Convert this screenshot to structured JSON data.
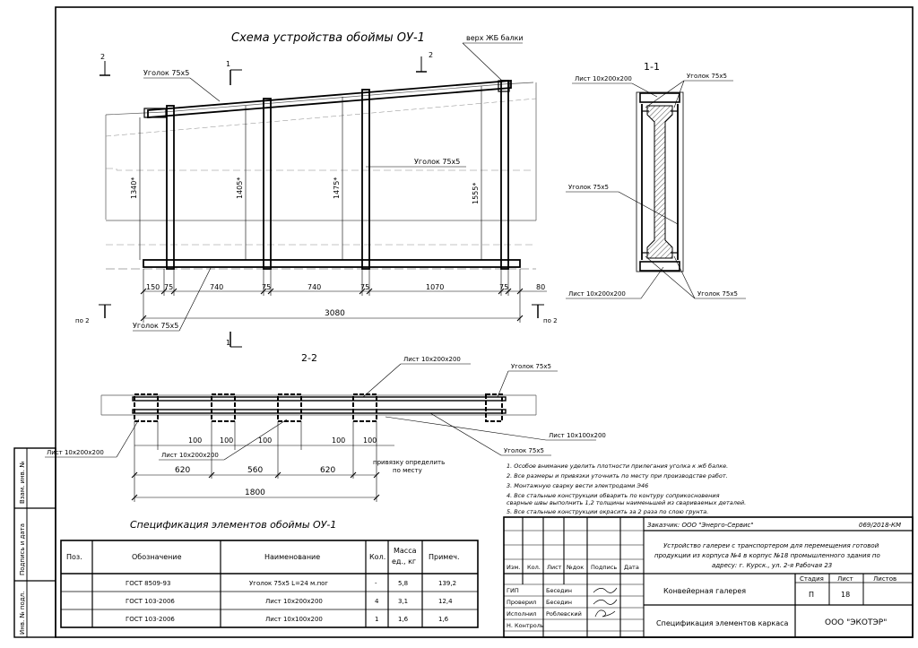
{
  "drawing": {
    "title_scheme": "Схема устройства обоймы ОУ-1",
    "section_11_title": "1-1",
    "section_22_title": "2-2",
    "spec_title": "Спецификация элементов обоймы  ОУ-1",
    "labels": {
      "verh_balki": "верх ЖБ балки",
      "ugolok_75x5": "Уголок 75х5",
      "list_10x200x200": "Лист 10х200х200",
      "list_10x100x200": "Лист 10х100х200",
      "po2": "по 2",
      "cut_1": "1",
      "cut_2": "2",
      "privyazku_1": "привязку определить",
      "privyazku_2": "по месту"
    },
    "dims_main": {
      "d150": "150",
      "d75": "75",
      "d740": "740",
      "d1070": "1070",
      "d80": "80",
      "d3080": "3080",
      "h1340": "1340*",
      "h1405": "1405*",
      "h1475": "1475*",
      "h1555": "1555*"
    },
    "dims_22": {
      "d100": "100",
      "d620": "620",
      "d560": "560",
      "d1800": "1800"
    }
  },
  "notes": [
    "1. Особое внимание уделить плотности прилегания уголка к жб балке.",
    "2. Все размеры и привязки уточнить по месту при производстве работ.",
    "3. Монтажную сварку вести электродами Э46",
    "4. Все стальные конструкции обварить по контуру соприкосновения",
    "сварные швы выполнить 1,2  толщины наименьшей из свариваемых деталей.",
    "5. Все стальные конструкции окрасить за 2 раза по слою грунта."
  ],
  "spec": {
    "headers": {
      "pos": "Поз.",
      "oboz": "Обозначение",
      "naim": "Наименование",
      "kol": "Кол.",
      "massa1": "Масса",
      "massa2": "ед., кг",
      "prim": "Примеч."
    },
    "rows": [
      {
        "pos": "",
        "oboz": "ГОСТ 8509-93",
        "naim": "Уголок 75х5 L=24 м.пог",
        "kol": "-",
        "massa": "5,8",
        "prim": "139,2"
      },
      {
        "pos": "",
        "oboz": "ГОСТ 103-2006",
        "naim": "Лист 10х200х200",
        "kol": "4",
        "massa": "3,1",
        "prim": "12,4"
      },
      {
        "pos": "",
        "oboz": "ГОСТ 103-2006",
        "naim": "Лист 10х100х200",
        "kol": "1",
        "massa": "1,6",
        "prim": "1,6"
      }
    ]
  },
  "stamp": {
    "customer": "Заказчик: ООО \"Энерго-Сервис\"",
    "code": "069/2018-КМ",
    "project_1": "Устройство галереи с транспортером для перемещения готовой",
    "project_2": "продукции из корпуса №4 в корпус №18 промышленного здания по",
    "project_3": "адресу: г. Курск., ул. 2-я Рабочая 23",
    "col_izm": "Изм.",
    "col_kol": "Кол.",
    "col_list": "Лист",
    "col_ndok": "№док",
    "col_podp": "Подпись",
    "col_data": "Дата",
    "role_gip": "ГИП",
    "role_prov": "Проверил",
    "role_isp": "Исполнил",
    "role_nkontr": "Н. Контроль",
    "name_gip": "Беседин",
    "name_prov": "Беседин",
    "name_isp": "Роблевский",
    "object": "Конвейерная галерея",
    "sheet_name": "Спецификация элементов каркаса",
    "stadia_label": "Стадия",
    "list_label": "Лист",
    "listov_label": "Листов",
    "stadia_val": "П",
    "list_val": "18",
    "company": "ООО \"ЭКОТЭР\""
  },
  "side_stamp": {
    "inv_podl": "Инв. № подл.",
    "podp_data": "Подпись и дата",
    "vzam_inv": "Взам. инв. №"
  }
}
